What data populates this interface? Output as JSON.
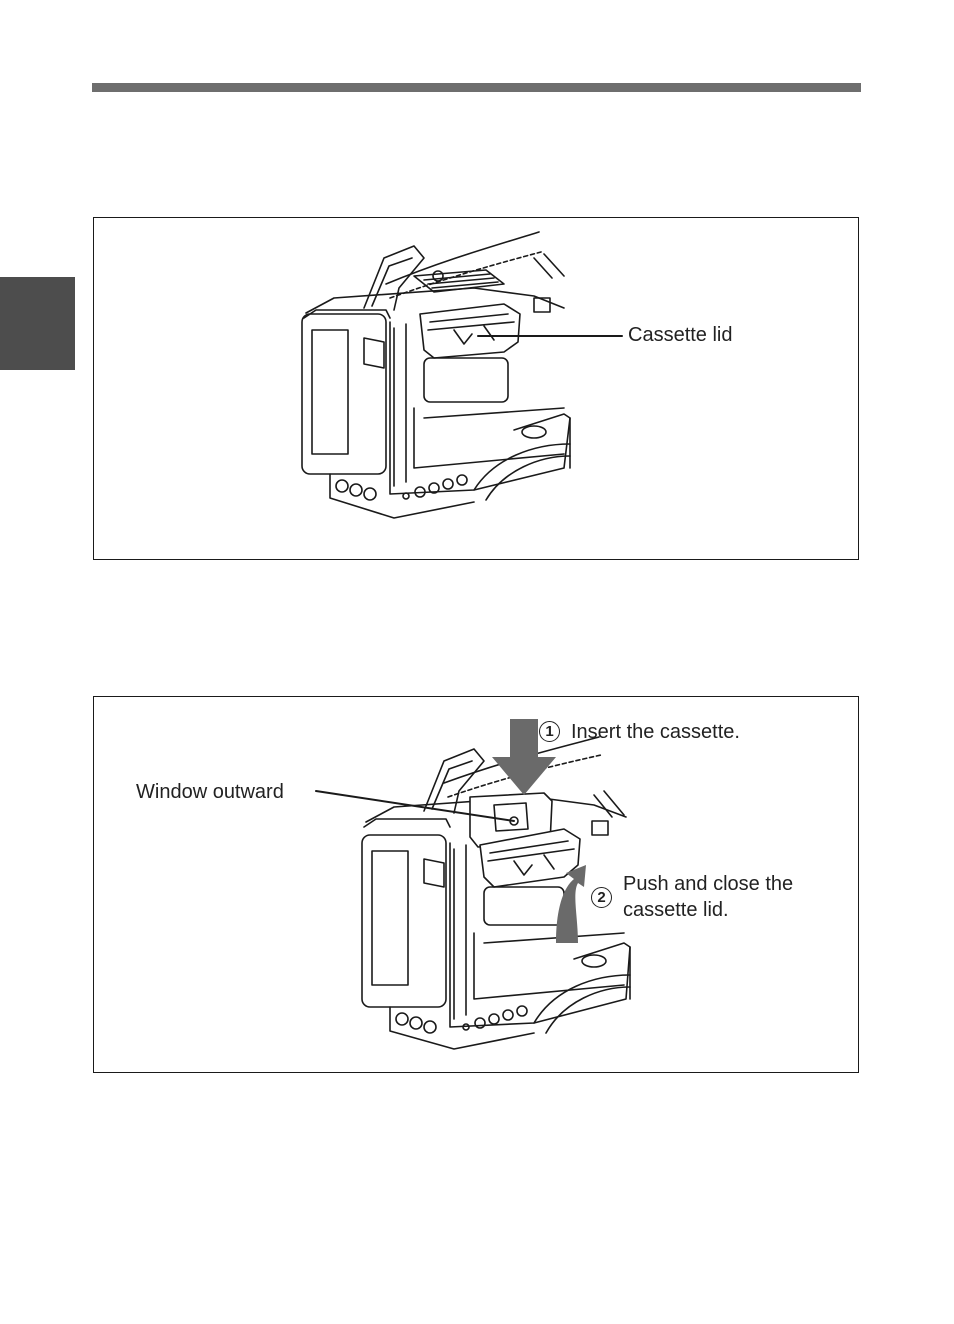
{
  "figure1": {
    "cassette_lid_label": "Cassette lid"
  },
  "figure2": {
    "window_label": "Window outward",
    "step1": {
      "number": "1",
      "text": "Insert the cassette."
    },
    "step2": {
      "number": "2",
      "line1": "Push and close the",
      "line2": "cassette lid."
    }
  },
  "colors": {
    "rule": "#6e6e6e",
    "side_tab": "#4d4d4d",
    "arrow": "#6a6a6a",
    "line_art": "#1a1a1a"
  }
}
